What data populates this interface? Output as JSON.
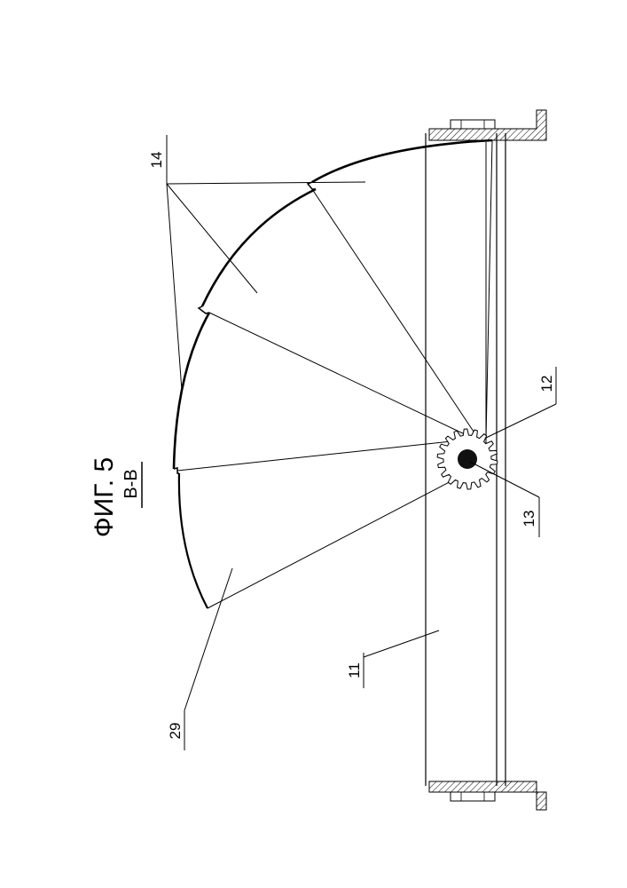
{
  "figure": {
    "title": "ФИГ. 5",
    "section": "В-В"
  },
  "labels": {
    "frame": "11",
    "gear": "12",
    "shaft": "13",
    "segments": "14",
    "segment_leaf": "29"
  },
  "colors": {
    "line": "#000000",
    "hatch": "#000000",
    "shaft_fill": "#111111",
    "background": "#ffffff"
  }
}
